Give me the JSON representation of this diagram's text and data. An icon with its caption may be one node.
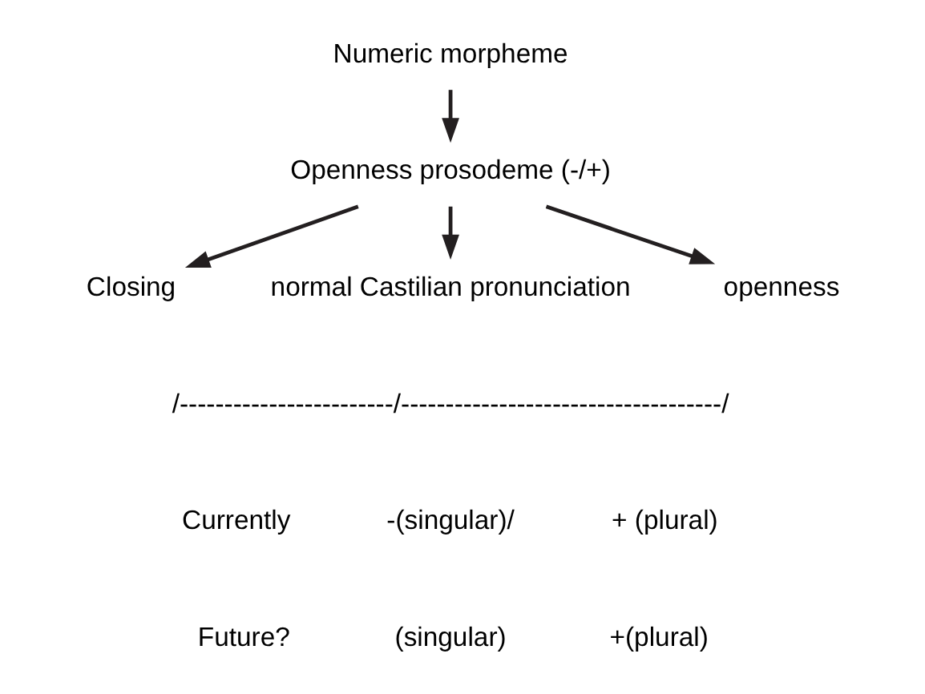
{
  "diagram": {
    "nodes": [
      {
        "text": [
          "Numeric morpheme"
        ]
      },
      {
        "text": [
          "Openness prosodeme (-/+)"
        ]
      },
      {
        "text": [
          "Closing"
        ]
      },
      {
        "text": [
          "normal Castilian pronunciation"
        ]
      },
      {
        "text": [
          "openness"
        ]
      }
    ],
    "edges": [
      {
        "from": 0,
        "to": 1,
        "arrow": "to"
      },
      {
        "from": 1,
        "to": 2,
        "arrow": "to"
      },
      {
        "from": 1,
        "to": 3,
        "arrow": "to"
      },
      {
        "from": 1,
        "to": 4,
        "arrow": "to"
      }
    ],
    "labels": [
      "/------------------------/------------------------------------/",
      "Currently",
      "-(singular)/",
      "+ (plural)",
      "Future?",
      "(singular)",
      "+(plural)"
    ]
  }
}
